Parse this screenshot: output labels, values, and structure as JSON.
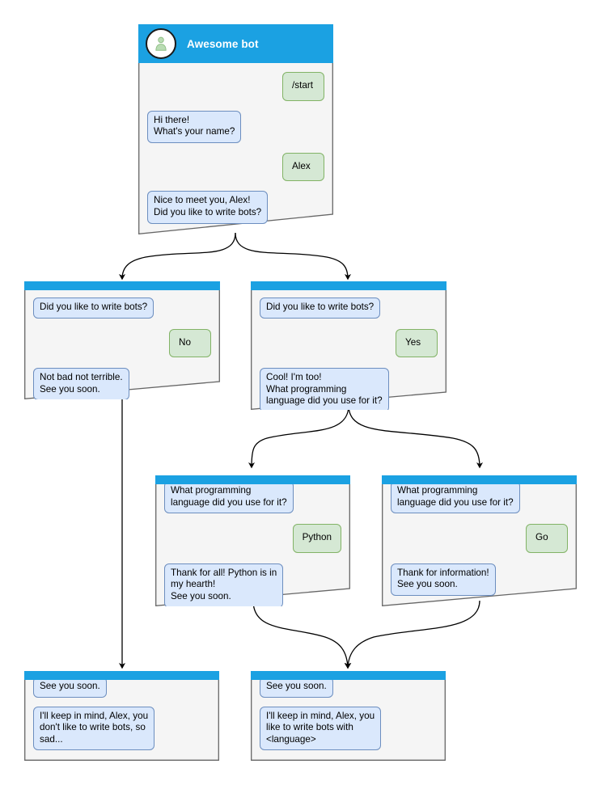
{
  "diagram": {
    "title": "Awesome bot conversation flow",
    "colors": {
      "header": "#1ba1e2",
      "bot_bubble_fill": "#dae8fc",
      "bot_bubble_stroke": "#6c8ebf",
      "user_bubble_fill": "#d5e8d4",
      "user_bubble_stroke": "#82b366",
      "node_fill": "#f5f5f5",
      "node_stroke": "#666666",
      "edge": "#000000",
      "canvas": "#ffffff"
    },
    "avatar_icon": "person-avatar-icon"
  },
  "nodes": {
    "root": {
      "header_title": "Awesome bot",
      "messages": [
        {
          "side": "user",
          "text": "/start"
        },
        {
          "side": "bot",
          "text": "Hi there!\nWhat's your name?"
        },
        {
          "side": "user",
          "text": "Alex"
        },
        {
          "side": "bot",
          "text": "Nice to meet you, Alex!\nDid you like to write bots?"
        }
      ]
    },
    "no_branch": {
      "messages": [
        {
          "side": "bot",
          "text": "Did you like to write bots?"
        },
        {
          "side": "user",
          "text": "No"
        },
        {
          "side": "bot",
          "text": "Not bad not terrible.\nSee you soon."
        }
      ]
    },
    "yes_branch": {
      "messages": [
        {
          "side": "bot",
          "text": "Did you like to write bots?"
        },
        {
          "side": "user",
          "text": "Yes"
        },
        {
          "side": "bot",
          "text": "Cool! I'm too!\nWhat programming\nlanguage did you use for it?"
        }
      ]
    },
    "python_branch": {
      "messages": [
        {
          "side": "bot",
          "text": "What programming\nlanguage did you use for it?"
        },
        {
          "side": "user",
          "text": "Python"
        },
        {
          "side": "bot",
          "text": "Thank for all! Python is in\nmy hearth!\nSee you soon."
        }
      ]
    },
    "go_branch": {
      "messages": [
        {
          "side": "bot",
          "text": "What programming\nlanguage did you use for it?"
        },
        {
          "side": "user",
          "text": "Go"
        },
        {
          "side": "bot",
          "text": "Thank for information!\nSee you soon."
        }
      ]
    },
    "end_sad": {
      "messages": [
        {
          "side": "bot",
          "text": "See you soon."
        },
        {
          "side": "bot",
          "text": "I'll keep in mind, Alex, you\ndon't like to write bots, so\nsad..."
        }
      ]
    },
    "end_happy": {
      "messages": [
        {
          "side": "bot",
          "text": "See you soon."
        },
        {
          "side": "bot",
          "text": "I'll keep in mind, Alex, you\nlike to write bots with\n<language>"
        }
      ]
    }
  }
}
